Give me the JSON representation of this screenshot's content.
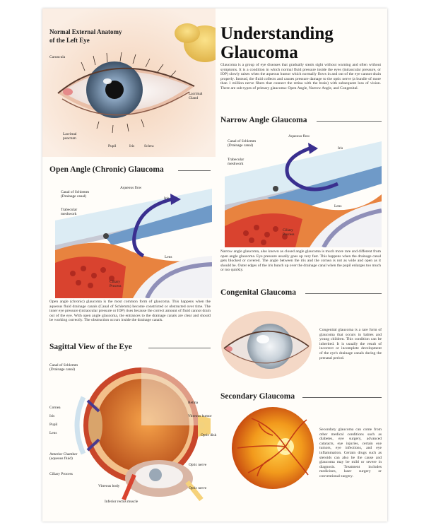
{
  "title_line1": "Understanding",
  "title_line2": "Glaucoma",
  "intro": "Glaucoma is a group of eye diseases that gradually steals sight without warning and often without symptoms. It is a condition in which normal fluid pressure inside the eyes (intraocular pressure, or IOP) slowly raises when the aqueous humor which normally flows in and out of the eye cannot drain properly. Instead, the fluid collects and causes pressure damage to the optic nerve (a bundle of more than 1 million nerve fibers that connect the retina with the brain) with subsequent loss of vision. There are sub-types of primary glaucoma: Open Angle, Narrow Angle, and Congenital.",
  "anatomy": {
    "title_line1": "Normal External Anatomy",
    "title_line2": "of the Left Eye",
    "labels": {
      "caruncula": "Caruncula",
      "lacrimal_gland": "Lacrimal Gland",
      "lacrimal_punctum": "Lacrimal punctum",
      "pupil": "Pupil",
      "iris": "Iris",
      "sclera": "Sclera"
    }
  },
  "open_angle": {
    "title": "Open Angle (Chronic) Glaucoma",
    "labels": {
      "canal": "Canal of Schlemm (Drainage canal)",
      "aqueous": "Aqueous flow",
      "iris": "Iris",
      "trabecular": "Trabecular meshwork",
      "lens": "Lens",
      "ciliary": "Ciliary Process"
    },
    "text": "Open angle (chronic) glaucoma is the most common form of glaucoma. This happens when the aqueous fluid drainage canals (Canal of Schlemm) become constricted or obstructed over time. The inner eye pressure (intraocular pressure or IOP) rises because the correct amount of fluid cannot drain out of the eye. With open angle glaucoma, the entrances to the drainage canals are clear and should be working correctly. The obstruction occurs inside the drainage canals."
  },
  "narrow_angle": {
    "title": "Narrow Angle Glaucoma",
    "labels": {
      "canal": "Canal of Schlemm (Drainage canal)",
      "aqueous": "Aqueous flow",
      "iris": "Iris",
      "trabecular": "Trabecular meshwork",
      "lens": "Lens",
      "ciliary": "Ciliary Process"
    },
    "text": "Narrow angle glaucoma, also known as closed angle glaucoma is much more rare and different from open angle glaucoma. Eye pressure usually goes up very fast. This happens when the drainage canal gets blocked or covered. The angle between the iris and the cornea is not as wide and open as it should be. Outer edges of the iris bunch up over the drainage canal when the pupil enlarges too much or too quickly."
  },
  "congenital": {
    "title": "Congenital Glaucoma",
    "text": "Congenital glaucoma is a rare form of glaucoma that occurs in babies and young children. This condition can be inherited. It is usually the result of incorrect or incomplete development of the eye's drainage canals during the prenatal period."
  },
  "sagittal": {
    "title": "Sagittal View of the Eye",
    "labels": {
      "canal": "Canal of Schlemm (Drainage canal)",
      "cornea": "Cornea",
      "iris": "Iris",
      "pupil": "Pupil",
      "lens": "Lens",
      "anterior": "Anterior Chamber (aqueous fluid)",
      "ciliary": "Ciliary Process",
      "retina": "Retina",
      "vitreous_humor": "Vitreous humor",
      "optic_disk": "Optic disk",
      "optic_nerve": "Optic nerve",
      "vitreous_body": "Vitreous body",
      "optic_nerve2": "Optic nerve",
      "inferior": "Inferior rectus muscle"
    }
  },
  "secondary": {
    "title": "Secondary Glaucoma",
    "text": "Secondary glaucoma can come from other medical conditions such as diabetes, eye surgery, advanced cataracts, eye injuries, certain eye tumors, eye infections, and eye inflammation. Certain drugs such as steroids can also be the cause and glaucoma may be mild or severe in diagnosis. Treatment includes medicines, laser surgery or conventional surgery."
  },
  "colors": {
    "iris": "#8aa4bf",
    "tissue": "#e8833f",
    "ciliary": "#d9432f",
    "flow": "#3a2f8f",
    "fundus": "#f29a1c",
    "background": "#fffdf9"
  }
}
